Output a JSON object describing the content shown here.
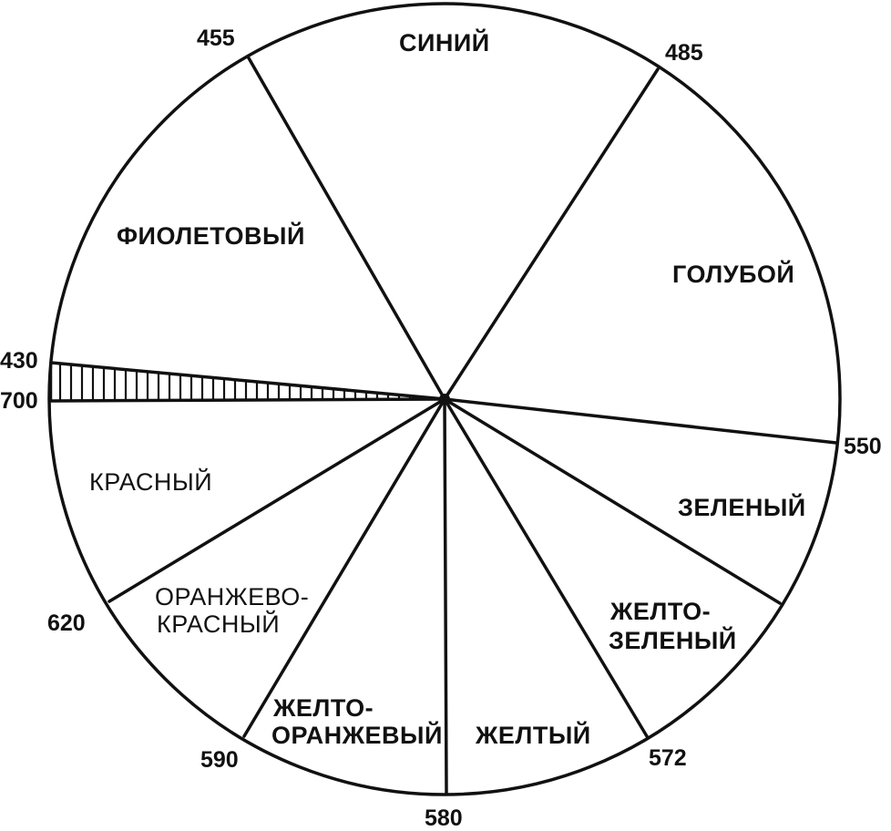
{
  "color_wheel": {
    "wavelength_marks": [
      "455",
      "485",
      "550",
      "572",
      "580",
      "590",
      "620",
      "700",
      "430"
    ],
    "segments": [
      {
        "id": "blue",
        "lines": [
          "СИНИЙ"
        ]
      },
      {
        "id": "cyan",
        "lines": [
          "ГОЛУБОЙ"
        ]
      },
      {
        "id": "green",
        "lines": [
          "ЗЕЛЕНЫЙ"
        ]
      },
      {
        "id": "yellow-green",
        "lines": [
          "ЖЕЛТО-",
          "ЗЕЛЕНЫЙ"
        ]
      },
      {
        "id": "yellow",
        "lines": [
          "ЖЕЛТЫЙ"
        ]
      },
      {
        "id": "yellow-orange",
        "lines": [
          "ЖЕЛТО-",
          "ОРАНЖЕВЫЙ"
        ]
      },
      {
        "id": "orange-red",
        "lines": [
          "ОРАНЖЕВО-",
          "КРАСНЫЙ"
        ]
      },
      {
        "id": "red",
        "lines": [
          "КРАСНЫЙ"
        ]
      },
      {
        "id": "violet",
        "lines": [
          "ФИОЛЕТОВЫЙ"
        ]
      }
    ]
  }
}
